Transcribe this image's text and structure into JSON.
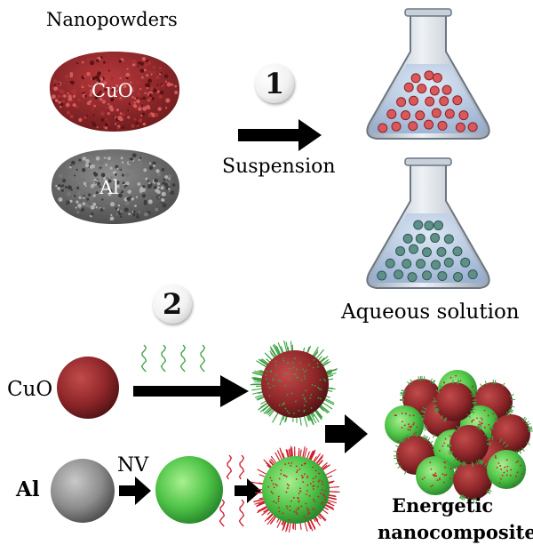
{
  "labels": {
    "nanopowders": "Nanopowders",
    "cuo_powder": "CuO",
    "al_powder": "Al",
    "step1": "1",
    "suspension": "Suspension",
    "aqueous_solution": "Aqueous solution",
    "step2": "2",
    "cuo_particle": "CuO",
    "al_particle": "Al",
    "nv": "NV",
    "energetic": "Energetic",
    "nanocomposite": "nanocomposite"
  },
  "colors": {
    "cuo": "#9e2a2b",
    "al": "#8a8a8a",
    "coating_green": "#4fb845",
    "strand_green": "#3aa040",
    "strand_red": "#d01a2a",
    "liquid": "#b8cbe4",
    "arrow": "#000000"
  }
}
